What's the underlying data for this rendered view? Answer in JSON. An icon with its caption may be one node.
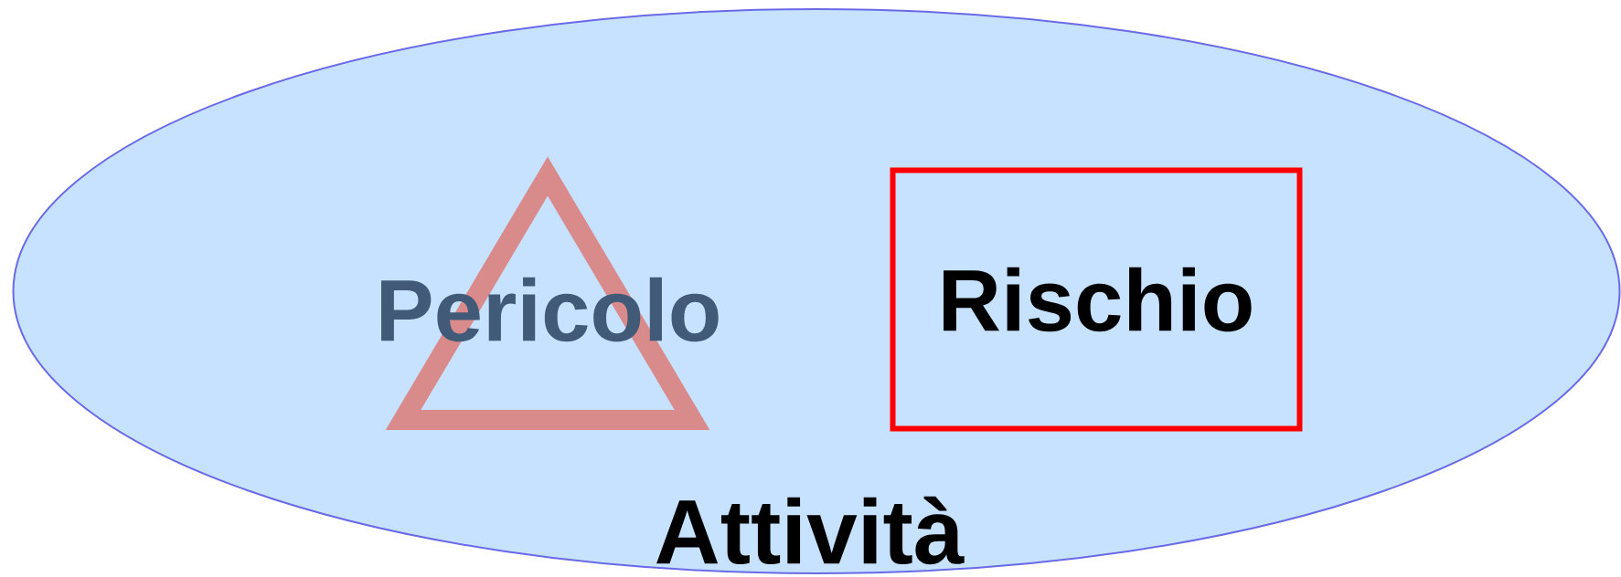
{
  "diagram": {
    "nodes": [
      {
        "text": [
          "Attività"
        ]
      },
      {
        "text": [
          "Pericolo"
        ],
        "in": 0
      },
      {
        "text": [
          "Rischio"
        ],
        "in": 0
      }
    ]
  }
}
